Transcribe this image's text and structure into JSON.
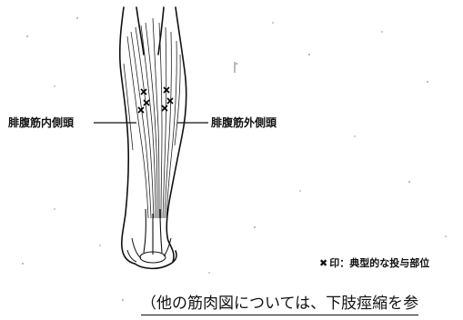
{
  "labels": {
    "medial_head": "腓腹筋内側頭",
    "lateral_head": "腓腹筋外側頭"
  },
  "legend": {
    "marker": "✖",
    "text": "印：典型的な投与部位"
  },
  "footnote": "（他の筋肉図については、下肢痙縮を参"
}
